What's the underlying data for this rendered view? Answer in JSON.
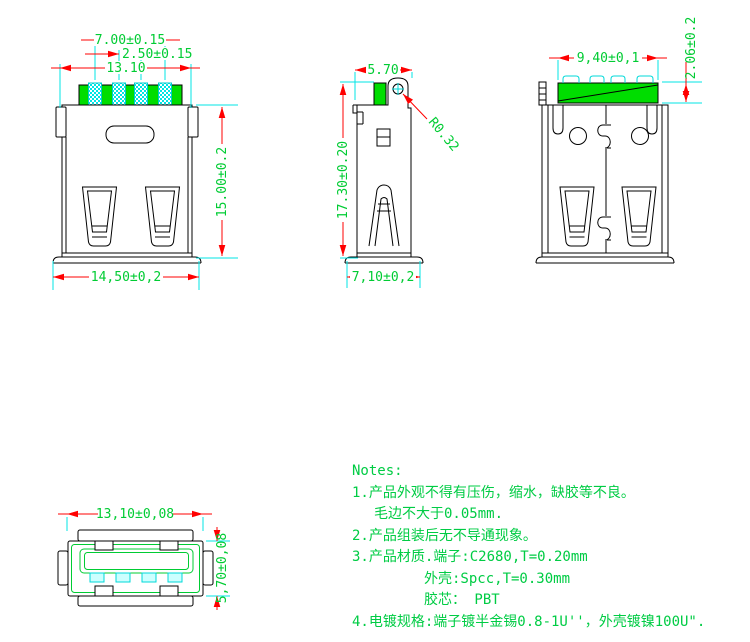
{
  "drawing_title": "USB A type receptacle connector drawing",
  "views": {
    "front": {
      "dims": {
        "pitch_outer": "7.00±0.15",
        "pitch_inner": "2.50±0.15",
        "opening_width": "13.10",
        "height": "15.00±0.2",
        "width": "14,50±0,2"
      }
    },
    "side": {
      "dims": {
        "top_depth": "5.70",
        "hole_radius": "R0.32",
        "height": "17.30±0.20",
        "depth": "7,10±0,2"
      }
    },
    "back": {
      "dims": {
        "insulator_width": "9,40±0,1",
        "insulator_height": "2.06±0.2"
      }
    },
    "bottom": {
      "dims": {
        "width": "13,10±0,08",
        "height": "5,70±0,08"
      }
    }
  },
  "notes": {
    "title": "Notes:",
    "lines": [
      "1.产品外观不得有压伤，缩水，缺胶等不良。",
      "毛边不大于0.05mm.",
      "2.产品组装后无不导通现象。",
      "3.产品材质.端子:C2680,T=0.20mm",
      "外壳:Spcc,T=0.30mm",
      "胶芯： PBT",
      "4.电镀规格:端子镀半金锡0.8-1U''，外壳镀镍100U\"."
    ]
  },
  "colors": {
    "dimension_text": "#00cc33",
    "dimension_line": "#ff0000",
    "extension_line": "#00e5e5",
    "outline": "#000000",
    "insulator_fill": "#00dd00",
    "pin_fill": "#00e5e5",
    "background": "#ffffff"
  }
}
